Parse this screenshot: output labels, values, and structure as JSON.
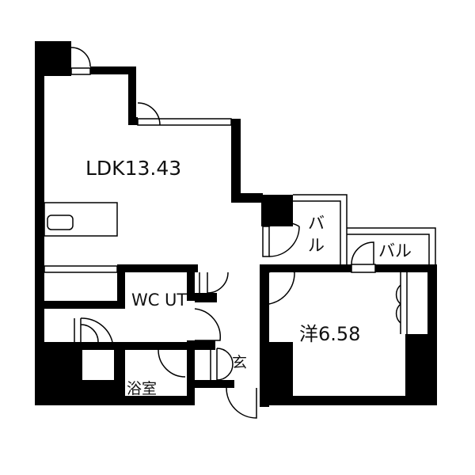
{
  "floor_plan": {
    "rooms": {
      "ldk": {
        "label": "LDK13.43"
      },
      "western_room": {
        "label": "洋6.58"
      },
      "wc": {
        "label": "WC"
      },
      "utility": {
        "label": "UT"
      },
      "bathroom": {
        "label": "浴室"
      },
      "entrance": {
        "label": "玄"
      },
      "balcony_upper": {
        "label": "バル"
      },
      "balcony_lower": {
        "label": "バル"
      }
    },
    "colors": {
      "wall": "#000000",
      "background": "#ffffff"
    }
  }
}
